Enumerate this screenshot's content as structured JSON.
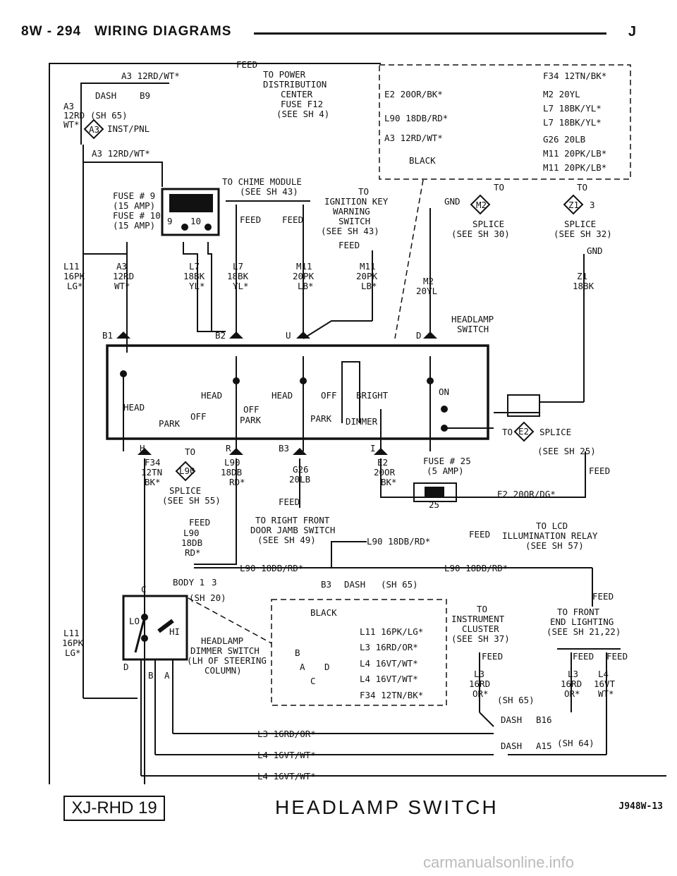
{
  "header": {
    "page": "8W - 294",
    "section": "WIRING DIAGRAMS",
    "vehicle": "J"
  },
  "footer": {
    "code": "XJ-RHD 19",
    "title": "HEADLAMP SWITCH",
    "drawing_id": "J948W-13"
  },
  "watermark": "carmanualsonline.info",
  "labels": {
    "a3_wire": "A3 12RD/WT*",
    "feed": "FEED",
    "to_power": "TO POWER",
    "dist_center": "DISTRIBUTION",
    "center": "CENTER",
    "fuse_f12": "FUSE F12",
    "see_sh4": "(SEE SH 4)",
    "dash": "DASH",
    "b9": "B9",
    "a3": "A3",
    "rd12": "12RD",
    "wt": "WT*",
    "sh65": "(SH 65)",
    "inst_pnl": "INST/PNL",
    "a3_conn": "A3",
    "fuse9": "FUSE # 9",
    "amp15a": "(15 AMP)",
    "fuse10": "FUSE # 10",
    "amp15b": "(15 AMP)",
    "f9": "9",
    "f10": "10",
    "to_chime": "TO CHIME MODULE",
    "see_sh43": "(SEE SH 43)",
    "to_ign": "TO",
    "ign_key": "IGNITION KEY",
    "warning": "WARNING",
    "switch": "SWITCH",
    "see_sh43b": "(SEE SH 43)",
    "c_f34": "F34 12TN/BK*",
    "c_e2": "E2 20OR/BK*",
    "c_m2": "M2 20YL",
    "c_l7a": "L7 18BK/YL*",
    "c_l90": "L90 18DB/RD*",
    "c_l7b": "L7 18BK/YL*",
    "c_a3": "A3 12RD/WT*",
    "c_g26": "G26 20LB",
    "c_m11a": "M11 20PK/LB*",
    "c_black": "BLACK",
    "c_m11b": "M11 20PK/LB*",
    "to1": "TO",
    "gnd": "GND",
    "m2": "M2",
    "splice": "SPLICE",
    "see_sh30": "(SEE SH 30)",
    "to2": "TO",
    "z1": "Z1",
    "z3": "3",
    "splice2": "SPLICE",
    "see_sh32": "(SEE SH 32)",
    "gnd2": "GND",
    "w_l11": "L11",
    "w_16pk": "16PK",
    "w_lg": "LG*",
    "w_a3": "A3",
    "w_12rd": "12RD",
    "w_wt": "WT*",
    "w_l7a": "L7",
    "w_18bka": "18BK",
    "w_yla": "YL*",
    "w_l7b": "L7",
    "w_18bkb": "18BK",
    "w_ylb": "YL*",
    "w_m11a": "M11",
    "w_20pka": "20PK",
    "w_lba": "LB*",
    "w_m11b": "M11",
    "w_20pkb": "20PK",
    "w_lbb": "LB*",
    "w_m2": "M2",
    "w_20yl": "20YL",
    "w_z1": "Z1",
    "w_18bk": "18BK",
    "hl_switch": "HEADLAMP",
    "hl_switch2": "SWITCH",
    "b1": "B1",
    "b2": "B2",
    "u": "U",
    "d": "D",
    "sw_head": "HEAD",
    "sw_park": "PARK",
    "sw_off": "OFF",
    "sw_head2": "HEAD",
    "sw_off2": "OFF",
    "sw_park2": "PARK",
    "sw_head3": "HEAD",
    "sw_off3": "OFF",
    "sw_park3": "PARK",
    "sw_bright": "BRIGHT",
    "sw_dimmer": "DIMMER",
    "sw_on": "ON",
    "to_e2": "TO",
    "e2": "E2",
    "splice_e2": "SPLICE",
    "see_sh25": "(SEE SH 25)",
    "feed_e2": "FEED",
    "h": "H",
    "r": "R",
    "b3": "B3",
    "i": "I",
    "to_l90": "TO",
    "l90c": "L90",
    "splice_l90": "SPLICE",
    "see_sh55": "(SEE SH 55)",
    "w_f34": "F34",
    "w_12tn": "12TN",
    "w_bk": "BK*",
    "w_l90": "L90",
    "w_18db": "18DB",
    "w_rd": "RD*",
    "w_g26": "G26",
    "w_20lb": "20LB",
    "w_e2": "E2",
    "w_20or": "20OR",
    "w_bk2": "BK*",
    "fuse25": "FUSE # 25",
    "amp5": "(5 AMP)",
    "f25": "25",
    "e2_wire": "E2 20OR/DG*",
    "feed_g26": "FEED",
    "to_rfront": "TO RIGHT FRONT",
    "door_jamb": "DOOR JAMB SWITCH",
    "see_sh49": "(SEE SH 49)",
    "feed_l90": "FEED",
    "l90_lbl": "L90",
    "l90_18db": "18DB",
    "l90_rd": "RD*",
    "l90_wire": "L90 18DB/RD*",
    "feed_lcd": "FEED",
    "to_lcd": "TO LCD",
    "illum": "ILLUMINATION RELAY",
    "see_sh57": "(SEE SH 57)",
    "l90_wire2": "L90 18DB/RD*",
    "l90_wire3": "L90 18DB/RD*",
    "body": "BODY 1",
    "b_3": "3",
    "sh20": "(SH 20)",
    "b3b": "B3",
    "dash2": "DASH",
    "sh65b": "(SH 65)",
    "c": "C",
    "lo": "LO",
    "hi": "HI",
    "d_l11": "L11",
    "d_16pk": "16PK",
    "d_lg": "LG*",
    "dd": "D",
    "db": "B",
    "da": "A",
    "hl_dimmer": "HEADLAMP",
    "dimmer_sw": "DIMMER SWITCH",
    "lh_steer": "(LH OF STEERING",
    "column": "COLUMN)",
    "k_black": "BLACK",
    "k_l11": "L11 16PK/LG*",
    "k_l3": "L3 16RD/OR*",
    "k_l4a": "L4 16VT/WT*",
    "k_l4b": "L4 16VT/WT*",
    "k_f34": "F34 12TN/BK*",
    "k_b": "B",
    "k_a": "A",
    "k_d": "D",
    "k_c": "C",
    "to_cluster": "TO",
    "instrument": "INSTRUMENT",
    "cluster": "CLUSTER",
    "see_sh37": "(SEE SH 37)",
    "feed_cl": "FEED",
    "feed_cl2": "FEED",
    "to_front": "TO FRONT",
    "end_light": "END LIGHTING",
    "see_sh21": "(SEE SH 21,22)",
    "feed_f1": "FEED",
    "feed_f2": "FEED",
    "w_l3": "L3",
    "w_16rd": "16RD",
    "w_or": "OR*",
    "sh65c": "(SH 65)",
    "w_l3b": "L3",
    "w_16rdb": "16RD",
    "w_orb": "OR*",
    "w_l4": "L4",
    "w_16vt": "16VT",
    "w_wt2": "WT*",
    "dash3": "DASH",
    "b16": "B16",
    "dash4": "DASH",
    "a15": "A15",
    "sh64": "(SH 64)",
    "l3_wire": "L3 16RD/OR*",
    "l4_wire": "L4 16VT/WT*",
    "l4_wire2": "L4 16VT/WT*"
  }
}
